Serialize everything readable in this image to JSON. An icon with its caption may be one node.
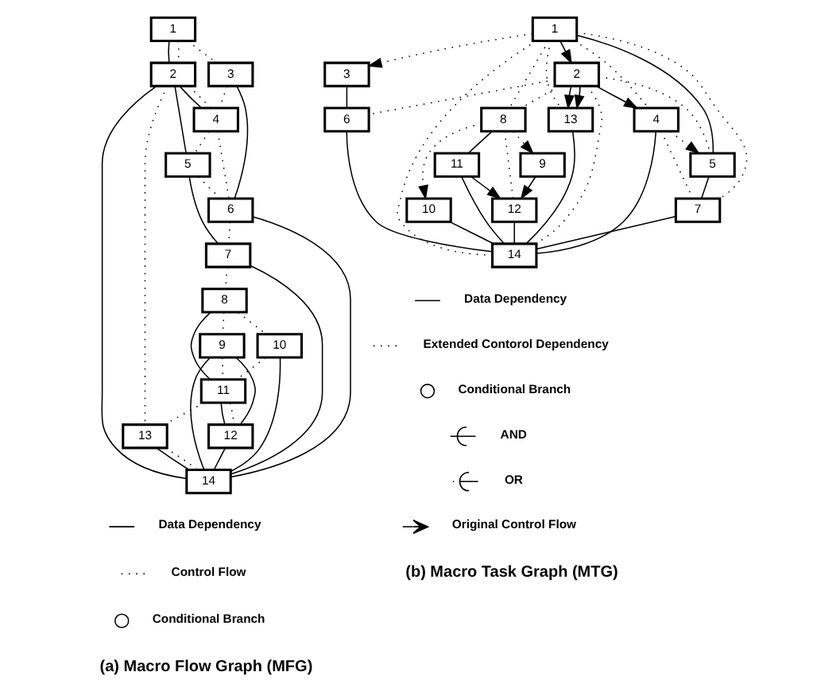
{
  "diagram": {
    "nodes": [
      {
        "text": [
          "1"
        ]
      },
      {
        "text": [
          "2"
        ]
      },
      {
        "text": [
          "3"
        ]
      },
      {
        "text": [
          "4"
        ]
      },
      {
        "text": [
          "5"
        ]
      },
      {
        "text": [
          "6"
        ]
      },
      {
        "text": [
          "7"
        ]
      },
      {
        "text": [
          "8"
        ]
      },
      {
        "text": [
          "9"
        ]
      },
      {
        "text": [
          "10"
        ]
      },
      {
        "text": [
          "11"
        ]
      },
      {
        "text": [
          "12"
        ]
      },
      {
        "text": [
          "13"
        ]
      },
      {
        "text": [
          "14"
        ]
      },
      {
        "text": [
          "1"
        ]
      },
      {
        "text": [
          "2"
        ]
      },
      {
        "text": [
          "3"
        ]
      },
      {
        "text": [
          "13"
        ]
      },
      {
        "text": [
          "4"
        ]
      },
      {
        "text": [
          "6"
        ]
      },
      {
        "text": [
          "8"
        ]
      },
      {
        "text": [
          "5"
        ]
      },
      {
        "text": [
          "10"
        ]
      },
      {
        "text": [
          "9"
        ]
      },
      {
        "text": [
          "11"
        ]
      },
      {
        "text": [
          "7"
        ]
      },
      {
        "text": [
          "12"
        ]
      },
      {
        "text": [
          "14"
        ]
      }
    ],
    "edges": [
      {
        "from": 0,
        "to": 1,
        "arrow": "none"
      },
      {
        "from": 0,
        "to": 1,
        "arrow": "none",
        "style": "dashed"
      },
      {
        "from": 0,
        "to": 2,
        "arrow": "none",
        "style": "dashed"
      },
      {
        "from": 1,
        "to": 3,
        "arrow": "none"
      },
      {
        "from": 1,
        "to": 3,
        "arrow": "none",
        "style": "dashed"
      },
      {
        "from": 1,
        "to": 4,
        "arrow": "none"
      },
      {
        "from": 1,
        "to": 12,
        "arrow": "none",
        "style": "dashed"
      },
      {
        "from": 1,
        "to": 13,
        "arrow": "none"
      },
      {
        "from": 2,
        "to": 3,
        "arrow": "none",
        "style": "dashed"
      },
      {
        "from": 2,
        "to": 5,
        "arrow": "none"
      },
      {
        "from": 3,
        "to": 4,
        "arrow": "none",
        "style": "dashed"
      },
      {
        "from": 3,
        "to": 5,
        "arrow": "none",
        "style": "dashed"
      },
      {
        "from": 4,
        "to": 5,
        "arrow": "none",
        "style": "dashed"
      },
      {
        "from": 4,
        "to": 6,
        "arrow": "none"
      },
      {
        "from": 5,
        "to": 6,
        "arrow": "none",
        "style": "dashed"
      },
      {
        "from": 5,
        "to": 13,
        "arrow": "none"
      },
      {
        "from": 6,
        "to": 7,
        "arrow": "none",
        "style": "dashed"
      },
      {
        "from": 6,
        "to": 13,
        "arrow": "none"
      },
      {
        "from": 7,
        "to": 8,
        "arrow": "none",
        "style": "dashed"
      },
      {
        "from": 7,
        "to": 9,
        "arrow": "none",
        "style": "dashed"
      },
      {
        "from": 7,
        "to": 10,
        "arrow": "none"
      },
      {
        "from": 8,
        "to": 10,
        "arrow": "none",
        "style": "dashed"
      },
      {
        "from": 8,
        "to": 11,
        "arrow": "none"
      },
      {
        "from": 8,
        "to": 13,
        "arrow": "none"
      },
      {
        "from": 9,
        "to": 10,
        "arrow": "none",
        "style": "dashed"
      },
      {
        "from": 9,
        "to": 13,
        "arrow": "none"
      },
      {
        "from": 10,
        "to": 11,
        "arrow": "none"
      },
      {
        "from": 10,
        "to": 11,
        "arrow": "none",
        "style": "dashed"
      },
      {
        "from": 10,
        "to": 12,
        "arrow": "none",
        "style": "dashed"
      },
      {
        "from": 11,
        "to": 13,
        "arrow": "none"
      },
      {
        "from": 12,
        "to": 13,
        "arrow": "none"
      },
      {
        "from": 12,
        "to": 13,
        "arrow": "none",
        "style": "dashed"
      },
      {
        "from": 14,
        "to": 15,
        "arrow": "to"
      },
      {
        "from": 14,
        "to": 16,
        "arrow": "to",
        "style": "dashed"
      },
      {
        "from": 14,
        "to": 17,
        "arrow": "none",
        "style": "dashed"
      },
      {
        "from": 14,
        "to": 18,
        "arrow": "none",
        "style": "dashed"
      },
      {
        "from": 14,
        "to": 21,
        "arrow": "none"
      },
      {
        "from": 14,
        "to": 25,
        "arrow": "none",
        "style": "dashed"
      },
      {
        "from": 14,
        "to": 20,
        "arrow": "none",
        "style": "dashed"
      },
      {
        "from": 14,
        "to": 27,
        "arrow": "none",
        "style": "dashed"
      },
      {
        "from": 15,
        "to": 17,
        "arrow": "to"
      },
      {
        "from": 15,
        "to": 17,
        "arrow": "to"
      },
      {
        "from": 15,
        "to": 18,
        "arrow": "to"
      },
      {
        "from": 15,
        "to": 21,
        "arrow": "none",
        "style": "dashed"
      },
      {
        "from": 15,
        "to": 19,
        "arrow": "none",
        "style": "dashed"
      },
      {
        "from": 15,
        "to": 20,
        "arrow": "none",
        "style": "dashed"
      },
      {
        "from": 15,
        "to": 27,
        "arrow": "none",
        "style": "dashed"
      },
      {
        "from": 16,
        "to": 19,
        "arrow": "none"
      },
      {
        "from": 17,
        "to": 27,
        "arrow": "none"
      },
      {
        "from": 18,
        "to": 21,
        "arrow": "to",
        "style": "dashed"
      },
      {
        "from": 18,
        "to": 25,
        "arrow": "none",
        "style": "dashed"
      },
      {
        "from": 18,
        "to": 27,
        "arrow": "none"
      },
      {
        "from": 19,
        "to": 27,
        "arrow": "none"
      },
      {
        "from": 20,
        "to": 22,
        "arrow": "to",
        "style": "dashed"
      },
      {
        "from": 20,
        "to": 23,
        "arrow": "to",
        "style": "dashed"
      },
      {
        "from": 20,
        "to": 24,
        "arrow": "none"
      },
      {
        "from": 20,
        "to": 26,
        "arrow": "none",
        "style": "dashed"
      },
      {
        "from": 21,
        "to": 25,
        "arrow": "none"
      },
      {
        "from": 22,
        "to": 27,
        "arrow": "none"
      },
      {
        "from": 23,
        "to": 26,
        "arrow": "to"
      },
      {
        "from": 24,
        "to": 26,
        "arrow": "to"
      },
      {
        "from": 24,
        "to": 27,
        "arrow": "none"
      },
      {
        "from": 25,
        "to": 27,
        "arrow": "none"
      },
      {
        "from": 26,
        "to": 27,
        "arrow": "none"
      }
    ],
    "labels": [
      "(a) Macro Flow Graph (MFG)",
      "(b) Macro Task Graph (MTG)"
    ],
    "legend": [
      {
        "text": "Data Dependency"
      },
      {
        "text": "Control Flow"
      },
      {
        "text": "Conditional Branch"
      },
      {
        "text": "Data Dependency"
      },
      {
        "text": "Extended Contorol Dependency"
      },
      {
        "text": "Conditional Branch"
      },
      {
        "text": "AND"
      },
      {
        "text": "OR"
      },
      {
        "text": "Original Control Flow"
      }
    ]
  }
}
